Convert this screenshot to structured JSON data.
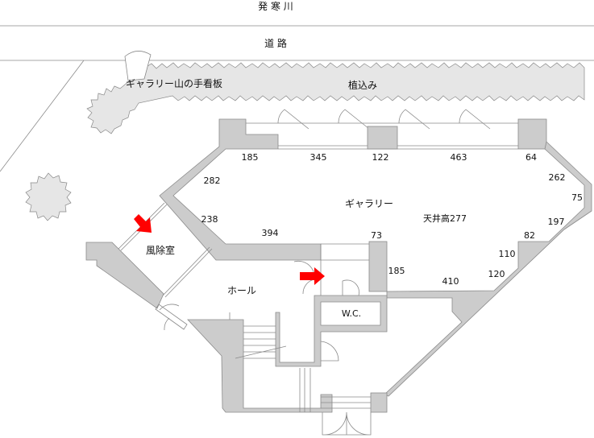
{
  "map": {
    "river_label": "発 寒 川",
    "road_label": "道 路",
    "signboard_label": "ギャラリー山の手看板",
    "hedge_label": "植込み",
    "rooms": {
      "gallery": "ギャラリー",
      "ceiling_height": "天井高277",
      "windbreak_room": "風除室",
      "hall": "ホール",
      "wc": "W.C."
    },
    "dimensions": [
      "185",
      "345",
      "122",
      "463",
      "64",
      "262",
      "75",
      "197",
      "82",
      "110",
      "120",
      "410",
      "185",
      "73",
      "394",
      "238",
      "282"
    ],
    "colors": {
      "wall": "#cccccc",
      "arrow": "#ff0000",
      "hedge": "#e6e6e6"
    }
  }
}
